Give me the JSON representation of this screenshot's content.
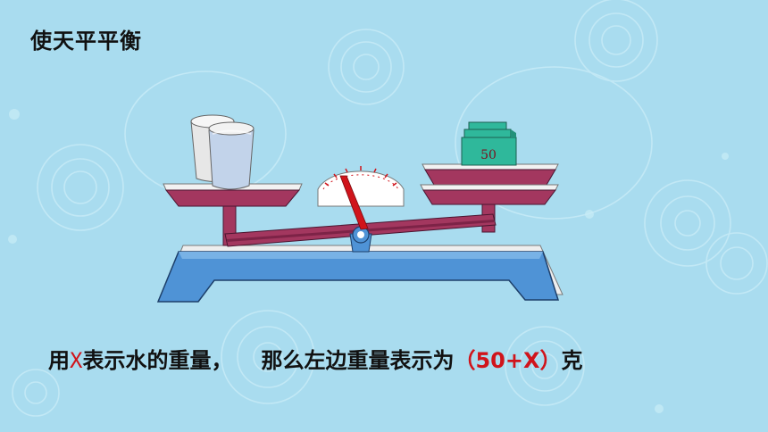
{
  "title": "使天平平衡",
  "weight_label": "50",
  "caption": {
    "part1": "用",
    "var": "X",
    "part2": "表示水的重量，",
    "part3": "那么左边重量表示为",
    "expr": "（50+X）",
    "unit": "克"
  },
  "colors": {
    "background": "#a9dcef",
    "beam": "#a3375f",
    "base": "#4f93d6",
    "weight": "#2fb89b",
    "accent_red": "#d0141b"
  }
}
